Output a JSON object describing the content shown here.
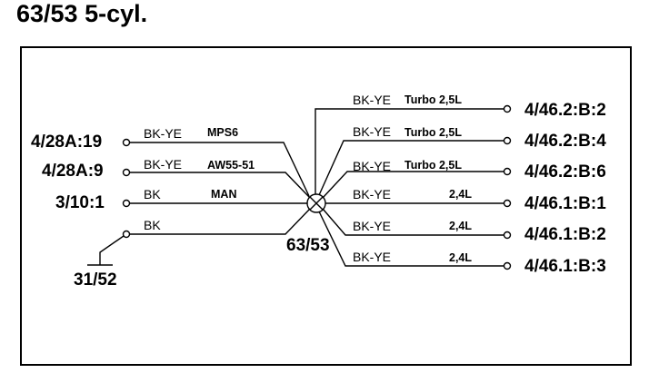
{
  "title": "63/53 5-cyl.",
  "splice": {
    "label": "63/53"
  },
  "ground": {
    "label": "31/52"
  },
  "left_wires": [
    {
      "terminal": "4/28A:19",
      "color": "BK-YE",
      "tag": "MPS6"
    },
    {
      "terminal": "4/28A:9",
      "color": "BK-YE",
      "tag": "AW55-51"
    },
    {
      "terminal": "3/10:1",
      "color": "BK",
      "tag": "MAN"
    },
    {
      "terminal": "",
      "color": "BK",
      "tag": ""
    }
  ],
  "right_wires": [
    {
      "terminal": "4/46.2:B:2",
      "color": "BK-YE",
      "tag": "Turbo 2,5L"
    },
    {
      "terminal": "4/46.2:B:4",
      "color": "BK-YE",
      "tag": "Turbo 2,5L"
    },
    {
      "terminal": "4/46.2:B:6",
      "color": "BK-YE",
      "tag": "Turbo 2,5L"
    },
    {
      "terminal": "4/46.1:B:1",
      "color": "BK-YE",
      "tag": "2,4L"
    },
    {
      "terminal": "4/46.1:B:2",
      "color": "BK-YE",
      "tag": "2,4L"
    },
    {
      "terminal": "4/46.1:B:3",
      "color": "BK-YE",
      "tag": "2,4L"
    }
  ]
}
